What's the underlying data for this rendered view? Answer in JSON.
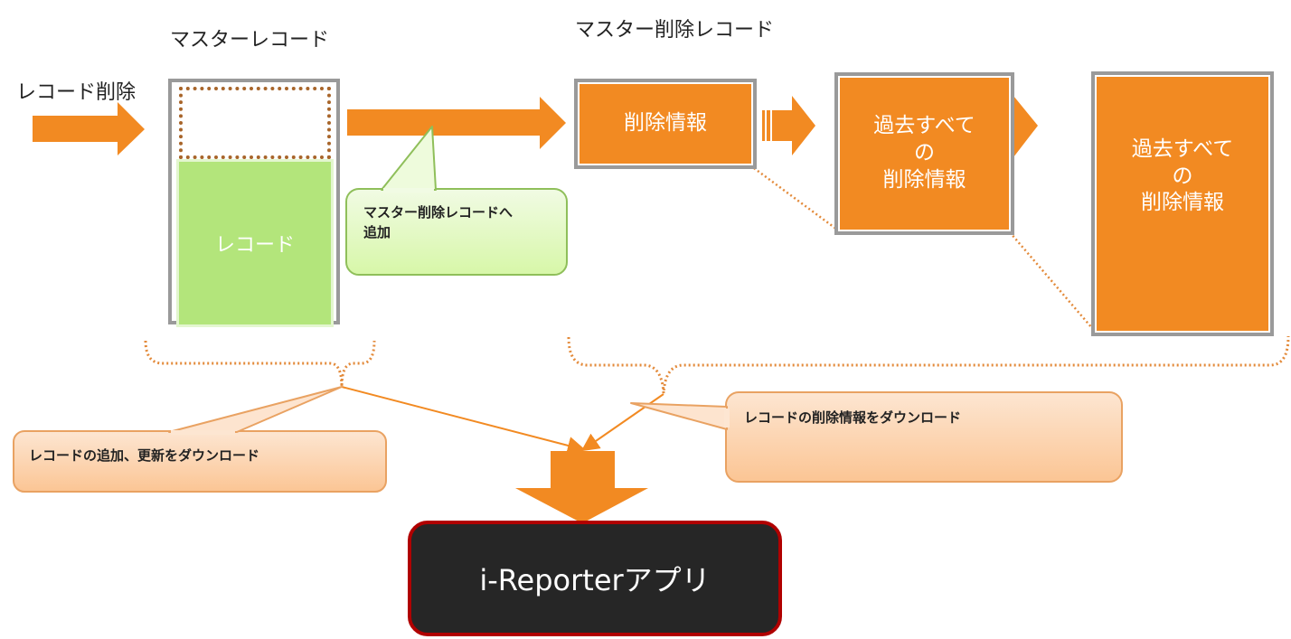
{
  "labels": {
    "record_delete": "レコード削除",
    "master_record": "マスターレコード",
    "master_delete_record": "マスター削除レコード"
  },
  "master_record_box": {
    "record_label": "レコード"
  },
  "delete_boxes": [
    {
      "text": "削除情報"
    },
    {
      "text_lines": [
        "過去すべて",
        "の",
        "削除情報"
      ]
    },
    {
      "text_lines": [
        "過去すべて",
        "の",
        "削除情報"
      ]
    }
  ],
  "callouts": {
    "add_to_master_delete": [
      "マスター削除レコードへ",
      "追加"
    ],
    "download_add_update": "レコードの追加、更新をダウンロード",
    "download_delete_info": "レコードの削除情報をダウンロード"
  },
  "app_box": {
    "label": "i-Reporterアプリ"
  },
  "colors": {
    "orange": "#f28a22",
    "green": "#b3e57b",
    "gray_border": "#9a9a9a",
    "app_bg": "#262626",
    "app_border": "#b00000"
  }
}
